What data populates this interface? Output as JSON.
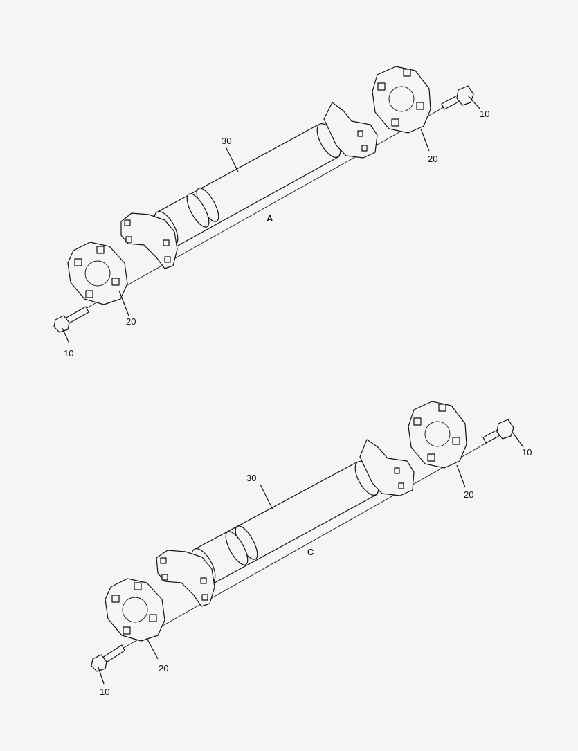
{
  "diagram": {
    "sections": [
      {
        "id": "A",
        "label": "A",
        "callouts": {
          "bolt_right": "10",
          "coupling_right": "20",
          "shaft": "30",
          "coupling_left": "20",
          "bolt_left": "10"
        }
      },
      {
        "id": "C",
        "label": "C",
        "callouts": {
          "bolt_right": "10",
          "coupling_right": "20",
          "shaft": "30",
          "coupling_left": "20",
          "bolt_left": "10"
        }
      }
    ]
  }
}
